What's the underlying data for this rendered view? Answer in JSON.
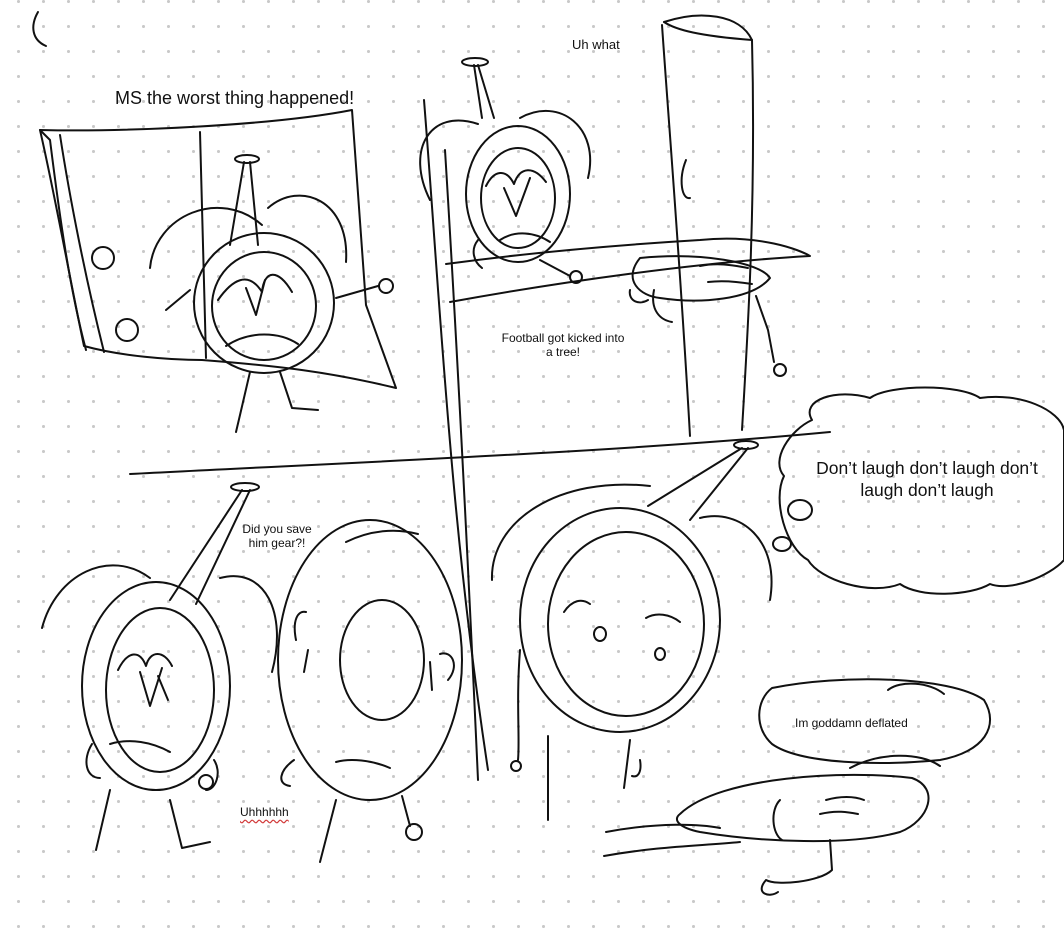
{
  "comic": {
    "panel1": {
      "caption": "MS the worst thing happened!"
    },
    "panel2": {
      "reaction": "Uh what",
      "caption": "Football got kicked into a tree!"
    },
    "panel3": {
      "question": "Did you save him gear?!",
      "response": "Uhhhhhh"
    },
    "panel4": {
      "thought": "Don’t laugh don’t laugh don’t laugh don’t laugh",
      "football_line": "Im goddamn deflated"
    }
  },
  "style": {
    "ink": "#111111",
    "paper": "#ffffff",
    "dots": "#c9c9c9",
    "spellcheck": "#d23a3a"
  }
}
